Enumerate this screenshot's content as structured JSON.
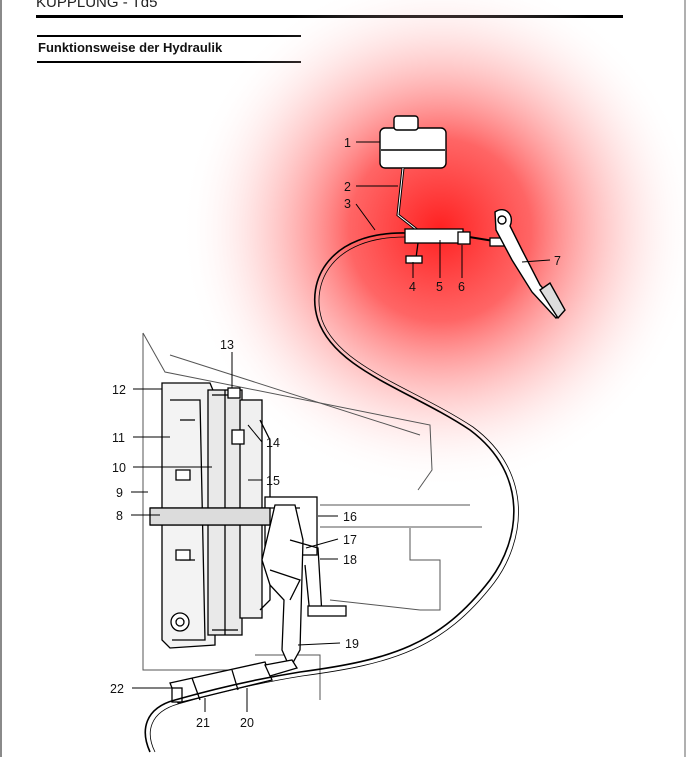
{
  "header": {
    "text": "KUPPLUNG - Td5"
  },
  "section": {
    "title": "Funktionsweise der Hydraulik"
  },
  "diagram": {
    "highlight_color": "#ff2a2a",
    "callouts": [
      "1",
      "2",
      "3",
      "4",
      "5",
      "6",
      "7",
      "8",
      "9",
      "10",
      "11",
      "12",
      "13",
      "14",
      "15",
      "16",
      "17",
      "18",
      "19",
      "20",
      "21",
      "22"
    ]
  }
}
